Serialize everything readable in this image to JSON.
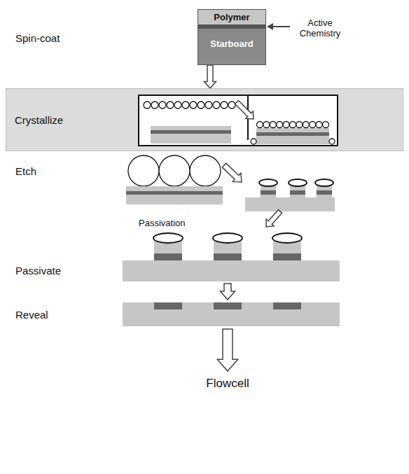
{
  "diagram": {
    "nodes": [
      {
        "text": [
          "Polymer",
          "Starboard"
        ]
      },
      {
        "text": [
          "Crystallize"
        ]
      }
    ],
    "edges": [
      {
        "from": 0,
        "to": 1,
        "arrow": "to"
      }
    ],
    "labels": [
      "Active Chemistry",
      "Spin-coat",
      "Etch",
      "Passivation",
      "Passivate",
      "Reveal",
      "Flowcell"
    ]
  }
}
